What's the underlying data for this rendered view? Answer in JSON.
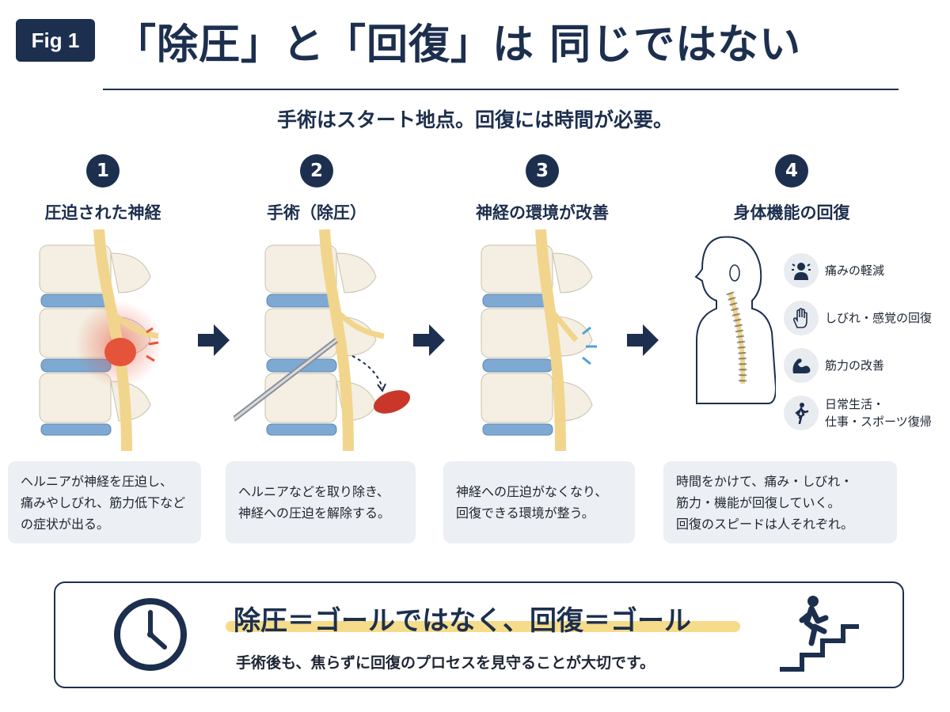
{
  "figure_label": "Fig 1",
  "title": "「除圧」と「回復」は 同じではない",
  "subtitle": "手術はスタート地点。回復には時間が必要。",
  "steps": [
    {
      "number": "1",
      "title": "圧迫された神経",
      "description": "ヘルニアが神経を圧迫し、\n痛みやしびれ、筋力低下など\nの症状が出る。"
    },
    {
      "number": "2",
      "title": "手術（除圧）",
      "description": "ヘルニアなどを取り除き、\n神経への圧迫を解除する。"
    },
    {
      "number": "3",
      "title": "神経の環境が改善",
      "description": "神経への圧迫がなくなり、\n回復できる環境が整う。"
    },
    {
      "number": "4",
      "title": "身体機能の回復",
      "description": "時間をかけて、痛み・しびれ・\n筋力・機能が回復していく。\n回復のスピードは人それぞれ。"
    }
  ],
  "benefits": [
    {
      "icon": "pain-relief-icon",
      "label": "痛みの軽減"
    },
    {
      "icon": "hand-icon",
      "label": "しびれ・感覚の回復"
    },
    {
      "icon": "muscle-icon",
      "label": "筋力の改善"
    },
    {
      "icon": "walking-person-icon",
      "label": "日常生活・\n仕事・スポーツ復帰"
    }
  ],
  "bottom": {
    "headline": "除圧＝ゴールではなく、回復＝ゴール",
    "subtext": "手術後も、焦らずに回復のプロセスを見守ることが大切です。",
    "left_icon": "clock-icon",
    "right_icon": "climbing-stairs-icon"
  },
  "colors": {
    "navy": "#1d2f4e",
    "nerve": "#f2d58c",
    "disc": "#7ea9d3",
    "inflammation": "#e5533b",
    "highlight": "#f5dc8a",
    "panel": "#eceff3"
  }
}
